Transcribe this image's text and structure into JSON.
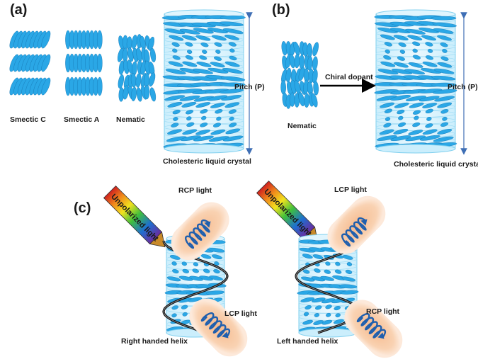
{
  "panels": {
    "a": "(a)",
    "b": "(b)",
    "c": "(c)"
  },
  "phases": {
    "smectic_c": "Smectic C",
    "smectic_a": "Smectic A",
    "nematic_a": "Nematic",
    "nematic_b": "Nematic",
    "cholesteric_a": "Cholesteric liquid crystal",
    "cholesteric_b": "Cholesteric liquid crystal"
  },
  "pitch": {
    "a": "Pitch (P)",
    "b": "Pitch (P)"
  },
  "chiral_dopant": "Chiral dopant",
  "light": {
    "unpolarized_left": "Unpolarized light",
    "unpolarized_right": "Unpolarized light",
    "rcp_top": "RCP light",
    "lcp_bottom": "LCP light",
    "lcp_top": "LCP light",
    "rcp_bottom": "RCP light"
  },
  "helix": {
    "right": "Right handed helix",
    "left": "Left handed helix"
  },
  "colors": {
    "molecule": "#2aa7e6",
    "cylinder": "#9fdcf5",
    "beam_glow": "#f7c79d",
    "coil": "#1f5fae",
    "helix_line": "#111111"
  }
}
